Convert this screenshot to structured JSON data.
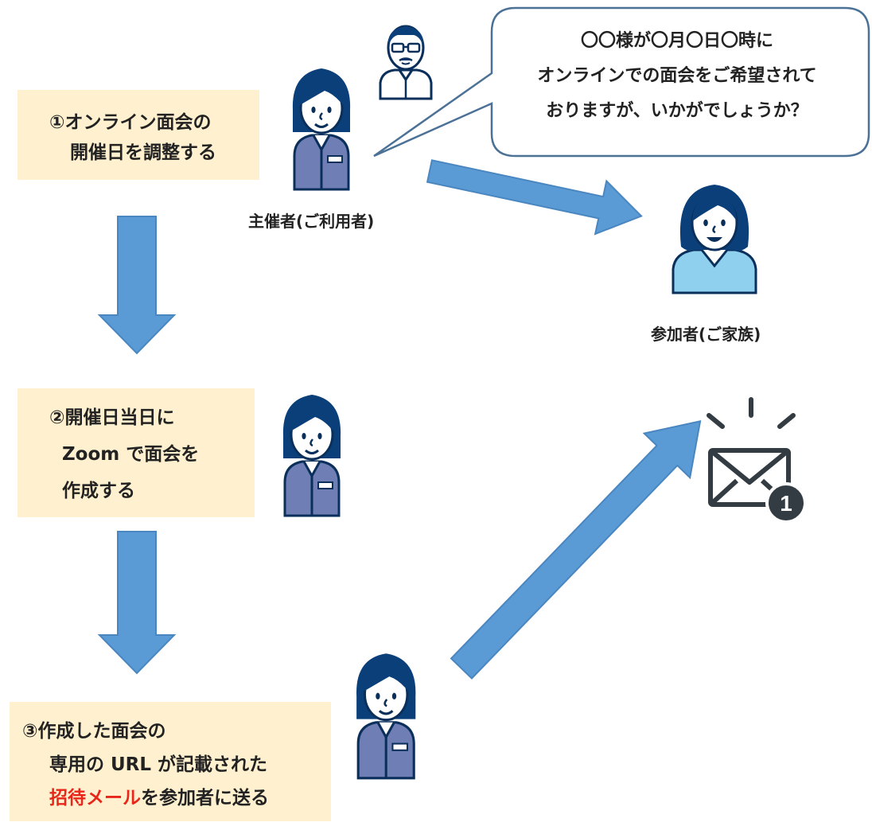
{
  "steps": {
    "step1": {
      "line1": "①オンライン面会の",
      "line2": "開催日を調整する"
    },
    "step2": {
      "line1": "②開催日当日に",
      "line2": "Zoom で面会を",
      "line3": "作成する"
    },
    "step3": {
      "line1": "③作成した面会の",
      "line2": "専用の URL が記載された",
      "line3_highlight": "招待メール",
      "line3_rest": "を参加者に送る"
    }
  },
  "speech_bubble": {
    "line1": "〇〇様が〇月〇日〇時に",
    "line2": "オンラインでの面会をご希望されて",
    "line3": "おりますが、いかがでしょうか？"
  },
  "people": {
    "organizer_caption": "主催者(ご利用者)",
    "participant_caption": "参加者(ご家族)"
  },
  "mail_badge": "1",
  "colors": {
    "step_fill": "#fff1cf",
    "arrow_fill": "#5a9bd5",
    "arrow_stroke": "#4a86c0",
    "staff_hair": "#0a3f7a",
    "staff_uniform": "#6f7fb6",
    "family_shirt": "#8fd0ef",
    "highlight": "#e8271b",
    "mail_icon": "#333c42"
  },
  "icons": [
    "staff-person-icon",
    "elderly-person-icon",
    "family-person-icon",
    "mail-notification-icon",
    "down-arrow-icon",
    "right-arrow-icon",
    "diagonal-arrow-icon"
  ]
}
